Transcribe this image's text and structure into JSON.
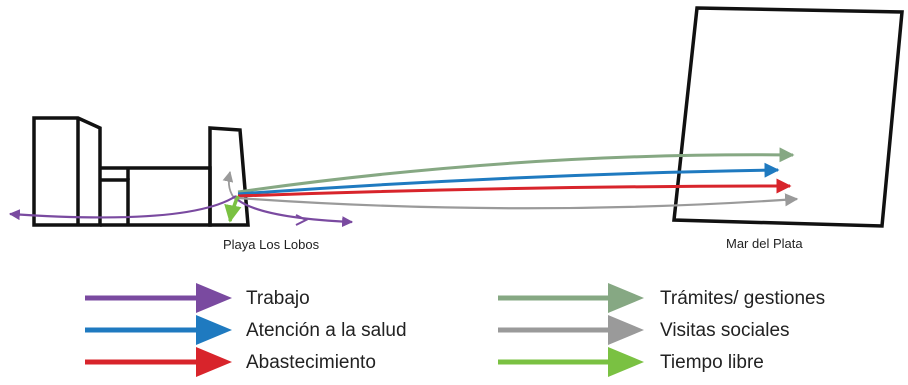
{
  "places": {
    "origin": "Playa Los Lobos",
    "destination": "Mar del Plata"
  },
  "legend": [
    {
      "label": "Trabajo",
      "color": "#7a4aa0"
    },
    {
      "label": "Atención a la salud",
      "color": "#1f7ac0"
    },
    {
      "label": "Abastecimiento",
      "color": "#d8242b"
    },
    {
      "label": "Trámites/ gestiones",
      "color": "#86a883"
    },
    {
      "label": "Visitas sociales",
      "color": "#9a9a9a"
    },
    {
      "label": "Tiempo libre",
      "color": "#7ac142"
    }
  ],
  "colors": {
    "outline": "#111111",
    "background": "#ffffff"
  }
}
